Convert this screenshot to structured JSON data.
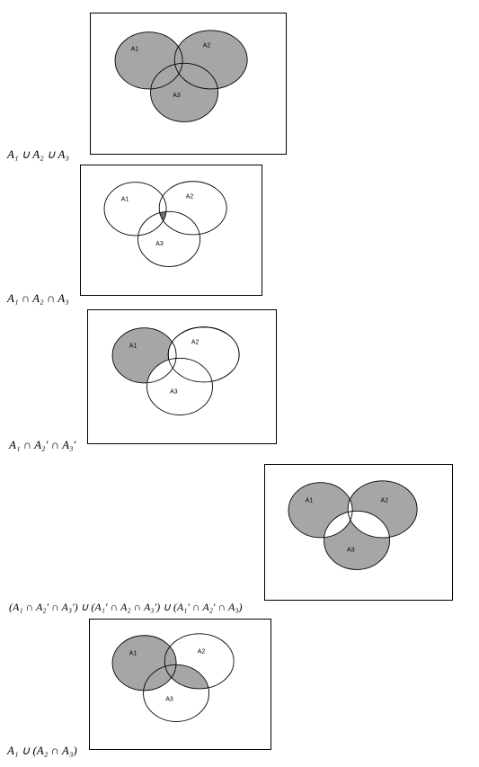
{
  "circle_labels": {
    "a1": "A1",
    "a2": "A2",
    "a3": "A3"
  },
  "colors": {
    "shade": "#a6a6a6",
    "dark_shade": "#6e6e6e",
    "stroke": "#000000",
    "background": "#ffffff"
  },
  "diagrams": [
    {
      "caption": "A₁ ∪ A₂ ∪ A₃",
      "shaded_regions": "all regions of A1, A2, A3"
    },
    {
      "caption": "A₁ ∩ A₂ ∩ A₃",
      "shaded_regions": "common intersection of A1, A2, A3"
    },
    {
      "caption": "A₁ ∩ A₂′ ∩ A₃′",
      "shaded_regions": "A1 only"
    },
    {
      "caption": "(A₁ ∩ A₂′ ∩ A₃′) ∪ (A₁′ ∩ A₂ ∩ A₃′) ∪ (A₁′ ∩ A₂′ ∩ A₃)",
      "shaded_regions": "exactly one of A1, A2, A3"
    },
    {
      "caption": "A₁ ∪ (A₂ ∩ A₃)",
      "shaded_regions": "A1 together with A2 ∩ A3"
    }
  ]
}
